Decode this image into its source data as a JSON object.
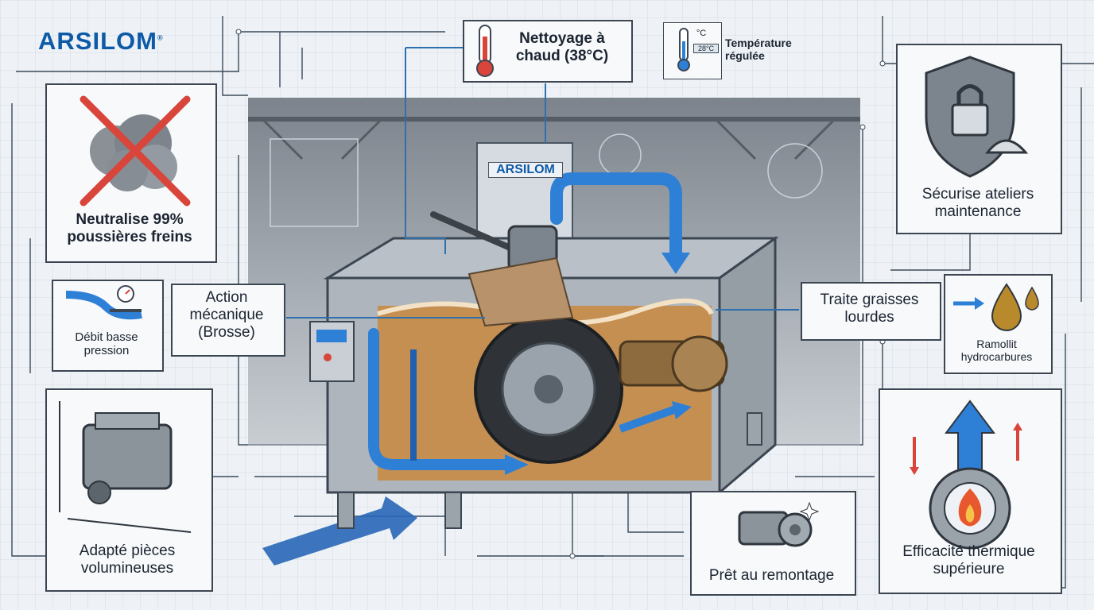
{
  "brand": {
    "logo_text": "ARSILOM",
    "machine_logo": "ARSILOM"
  },
  "features": {
    "hot_cleaning": "Nettoyage à chaud (38°C)",
    "temperature": "Température régulée",
    "temperature_readout": "28°C",
    "temperature_unit": "°C",
    "dust": "Neutralise 99% poussières freins",
    "brush": "Action mécanique (Brosse)",
    "low_pressure": "Débit basse pression",
    "bulky_parts": "Adapté pièces volumineuses",
    "ready": "Prêt au remontage",
    "secure": "Sécurise ateliers maintenance",
    "grease": "Traite graisses lourdes",
    "hydrocarbons": "Ramollit hydrocarbures",
    "thermal": "Efficacité thermique supérieure"
  },
  "icons": {
    "dust": "crossed-dust-cloud-icon",
    "thermometer": "thermometer-icon",
    "shield": "shield-lock-icon",
    "drop": "oil-drop-icon",
    "flame": "flame-gear-icon",
    "engine": "engine-icon",
    "part": "mechanical-part-icon",
    "flow": "low-pressure-flow-icon"
  },
  "colors": {
    "brand_blue": "#0d5aa7",
    "flow_blue": "#2e7fd6",
    "liquid": "#c98a43",
    "alert_red": "#d9453a",
    "frame": "#3c4652"
  }
}
